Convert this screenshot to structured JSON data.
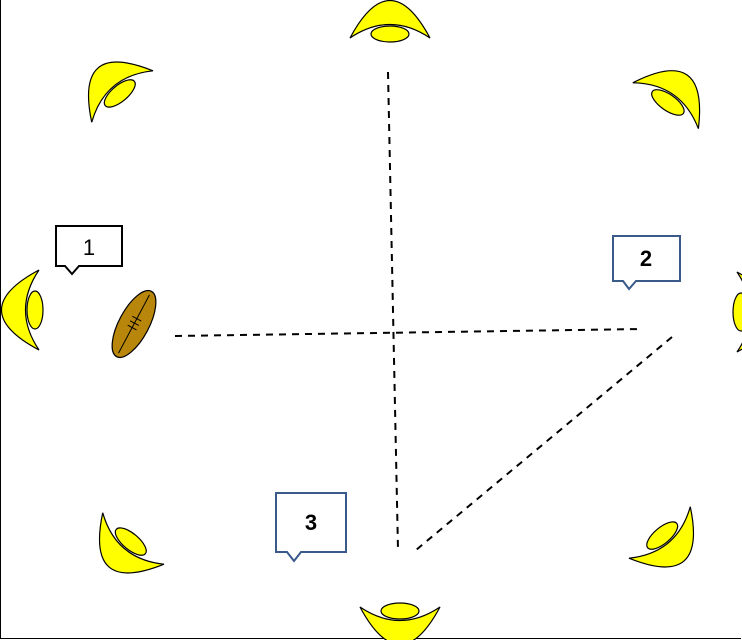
{
  "callouts": {
    "one": {
      "label": "1"
    },
    "two": {
      "label": "2"
    },
    "three": {
      "label": "3"
    }
  },
  "colors": {
    "player_fill": "#ffff00",
    "ball_fill": "#b8860b",
    "callout_border_1": "#000000",
    "callout_border_2": "#3a5a8a",
    "callout_border_3": "#3a5a8a"
  },
  "icons": [
    "player-icon",
    "rugby-ball-icon"
  ]
}
